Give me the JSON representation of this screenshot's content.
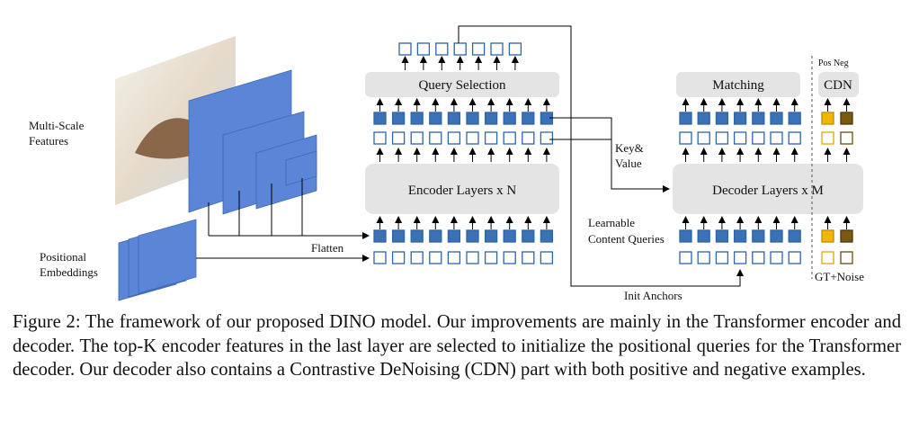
{
  "diagram": {
    "labels": {
      "multi_scale": [
        "Multi-Scale",
        "Features"
      ],
      "positional": [
        "Positional",
        "Embeddings"
      ],
      "flatten": "Flatten",
      "query_selection": "Query Selection",
      "encoder_layers": "Encoder Layers x N",
      "key_value": [
        "Key&",
        "Value"
      ],
      "decoder_layers": "Decoder Layers x M",
      "matching": "Matching",
      "cdn": "CDN",
      "pos_neg": "Pos Neg",
      "learnable": [
        "Learnable",
        "Content Queries"
      ],
      "init_anchors": "Init Anchors",
      "gt_noise": "GT+Noise"
    },
    "colors": {
      "feature_blue": "#5b86d8",
      "token_fill": "#3a72b5",
      "token_border": "#2e64a8",
      "gray_box": "#e4e4e4",
      "pos_fill": "#f2b705",
      "neg_fill": "#7a5a10"
    }
  },
  "caption": "Figure 2: The framework of our proposed DINO model. Our improvements are mainly in the Transformer encoder and decoder. The top-K encoder features in the last layer are selected to initialize the positional queries for the Transformer decoder. Our decoder also contains a Contrastive DeNoising (CDN) part with both positive and negative examples."
}
